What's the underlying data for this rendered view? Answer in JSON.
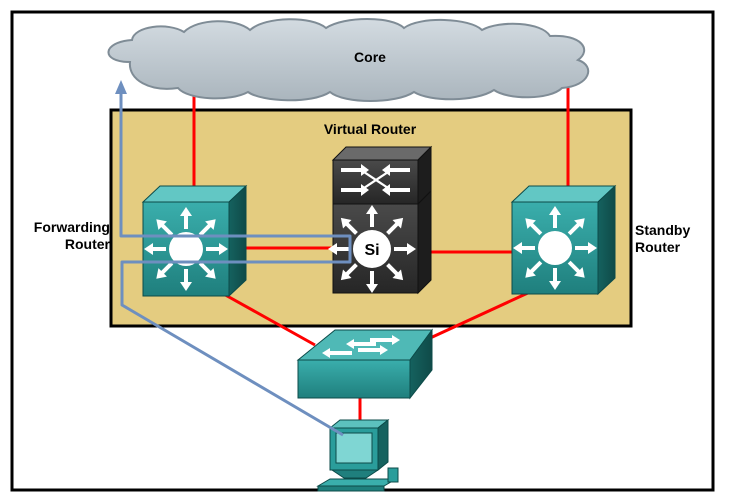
{
  "labels": {
    "core": "Core",
    "virtual_router": "Virtual Router",
    "forwarding_router": [
      "Forwarding",
      "Router"
    ],
    "standby_router": [
      "Standby",
      "Router"
    ],
    "si_badge": "Si"
  },
  "colors": {
    "frame": "#000000",
    "cloud_fill": "#c2ccd4",
    "cloud_stroke": "#7f8c96",
    "virtual_router_fill": "#e4cc80",
    "link_red": "#ff0000",
    "traffic_path_blue": "#6e8fbf",
    "device_teal": "#2a9d9b",
    "device_dark": "#2f2f2f"
  },
  "icons": [
    "cloud-icon",
    "multilayer-switch-icon",
    "catalyst-switch-icon",
    "lan-switch-icon",
    "workstation-icon"
  ]
}
